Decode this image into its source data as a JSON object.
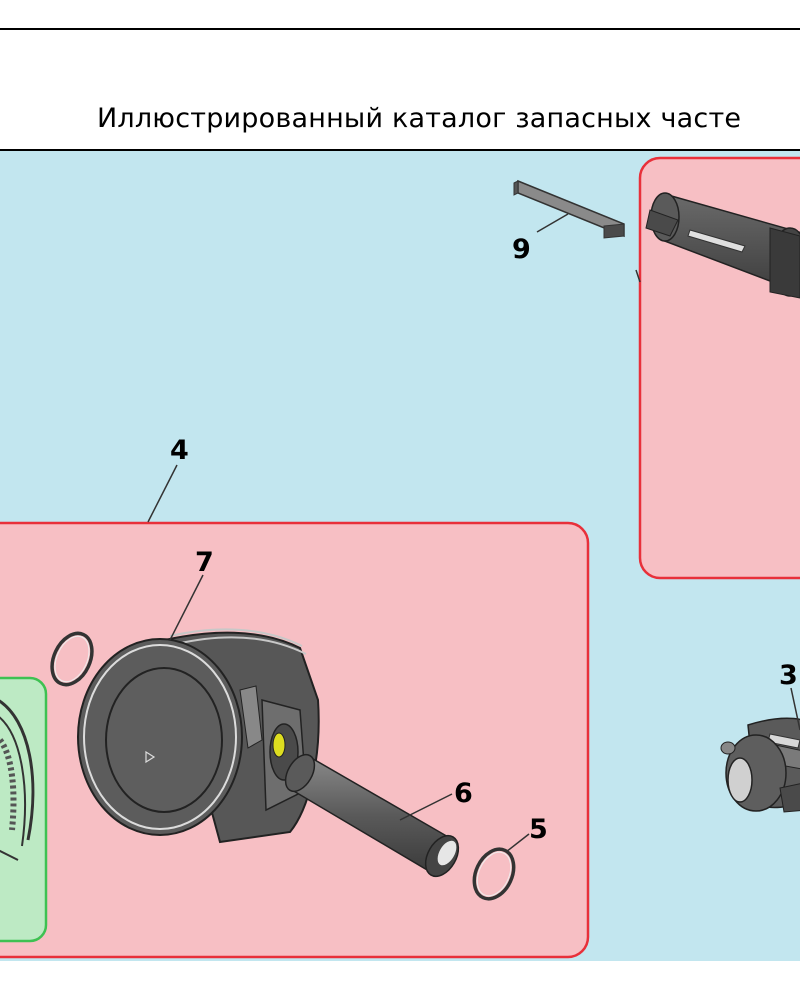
{
  "document": {
    "title": "Иллюстрированный каталог запасных часте"
  },
  "diagram": {
    "background_color": "#c2e6ef",
    "group_fill": "#f7bfc4",
    "group_border": "#e8303a",
    "subgroup_fill": "#bdeac4",
    "subgroup_border": "#3ec152",
    "callouts": {
      "connecting_rod": "3",
      "piston_assembly": "4",
      "retaining_ring": "5",
      "piston_pin": "6",
      "piston": "7",
      "key": "9"
    }
  }
}
